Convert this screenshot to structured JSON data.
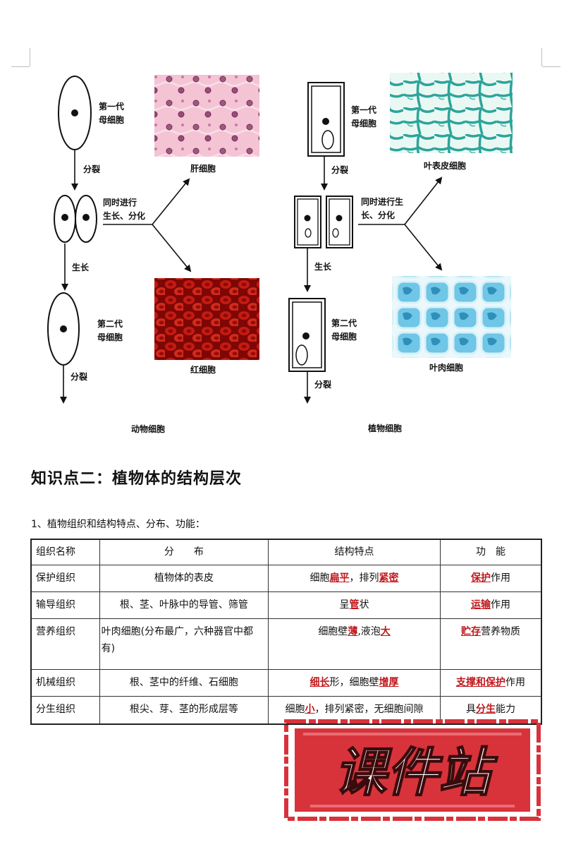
{
  "diagram": {
    "animal": {
      "caption": "动物细胞",
      "gen1": [
        "第一代",
        "母细胞"
      ],
      "divide1": "分裂",
      "grow_diff": [
        "同时进行",
        "生长、分化"
      ],
      "grow": "生长",
      "gen2": [
        "第二代",
        "母细胞"
      ],
      "divide2": "分裂",
      "liver_label": "肝细胞",
      "rbc_label": "红细胞"
    },
    "plant": {
      "caption": "植物细胞",
      "gen1": [
        "第一代",
        "母细胞"
      ],
      "divide1": "分裂",
      "grow_diff": [
        "同时进行生",
        "长、分化"
      ],
      "grow": "生长",
      "gen2": [
        "第二代",
        "母细胞"
      ],
      "divide2": "分裂",
      "epidermis_label": "叶表皮细胞",
      "mesophyll_label": "叶肉细胞"
    },
    "colors": {
      "liver": "#f2bdd0",
      "rbc": "#b3100d",
      "epidermis": "#e9f7f3",
      "mesophyll": "#8fd6ee"
    }
  },
  "section": {
    "title": "知识点二：植物体的结构层次",
    "intro": "1、植物组织和结构特点、分布、功能："
  },
  "table": {
    "headers": {
      "name": "组织名称",
      "dist": "分　　布",
      "struct": "结构特点",
      "func": "功　能"
    },
    "rows": [
      {
        "name": "保护组织",
        "dist": "植物体的表皮",
        "struct": [
          "细胞",
          "扁平",
          "，排列",
          "紧密"
        ],
        "func": [
          "保护",
          "作用"
        ]
      },
      {
        "name": "输导组织",
        "dist": "根、茎、叶脉中的导管、筛管",
        "struct": [
          "呈",
          "管",
          "状"
        ],
        "func": [
          "运输",
          "作用"
        ]
      },
      {
        "name": "营养组织",
        "dist": "叶肉细胞(分布最广，六种器官中都有)",
        "struct": [
          "细胞壁",
          "薄",
          ",液泡",
          "大"
        ],
        "func": [
          "贮存",
          "营养物质"
        ]
      },
      {
        "name": "机械组织",
        "dist": "根、茎中的纤维、石细胞",
        "struct": [
          "细长",
          "形，细胞壁",
          "增厚"
        ],
        "func": [
          "支撑和保护",
          "作用"
        ]
      },
      {
        "name": "分生组织",
        "dist": "根尖、芽、茎的形成层等",
        "struct": [
          "细胞",
          "小",
          "，排列紧密，无细胞间隙"
        ],
        "func": [
          "具",
          "分生",
          "能力"
        ]
      }
    ]
  },
  "watermark": {
    "text": "课件站",
    "color": "#d8333b"
  }
}
